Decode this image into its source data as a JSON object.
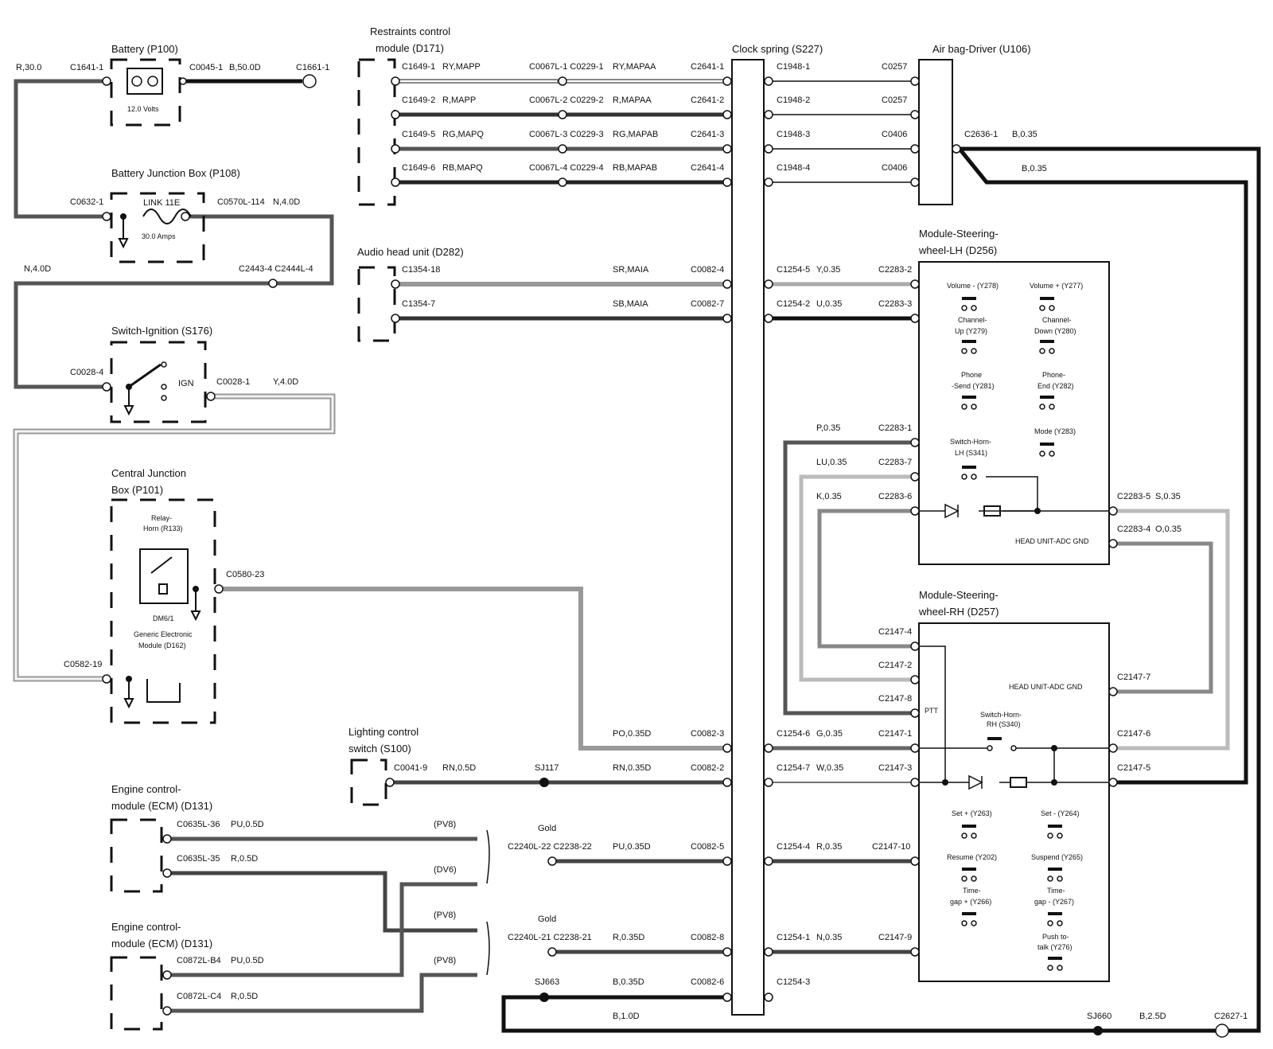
{
  "components": {
    "battery": {
      "title": "Battery (P100)",
      "note": "12.0 Volts"
    },
    "bjb": {
      "title": "Battery Junction Box (P108)",
      "fuse": "LINK 11E",
      "rating": "30.0 Amps"
    },
    "ign": {
      "title": "Switch-Ignition (S176)",
      "pos": "IGN"
    },
    "cjb": {
      "title1": "Central Junction",
      "title2": "Box (P101)",
      "relay1": "Relay-",
      "relay2": "Horn (R133)",
      "code": "DM6/1",
      "gem1": "Generic Electronic",
      "gem2": "Module (D162)"
    },
    "rcm": {
      "title1": "Restraints control",
      "title2": "module (D171)"
    },
    "audio": {
      "title": "Audio head unit (D282)"
    },
    "clock": {
      "title": "Clock spring (S227)"
    },
    "airbag": {
      "title": "Air bag-Driver (U106)"
    },
    "lcs": {
      "title1": "Lighting control",
      "title2": "switch (S100)"
    },
    "ecm1": {
      "title1": "Engine control-",
      "title2": "module (ECM) (D131)"
    },
    "ecm2": {
      "title1": "Engine control-",
      "title2": "module (ECM) (D131)"
    },
    "swlh": {
      "title1": "Module-Steering-",
      "title2": "wheel-LH (D256)",
      "gnd": "HEAD UNIT-ADC GND",
      "buttons": [
        "Volume - (Y278)",
        "Volume + (Y277)",
        "Channel-",
        "Up (Y279)",
        "Channel-",
        "Down (Y280)",
        "Phone",
        "-Send (Y281)",
        "Phone-",
        "End (Y282)",
        "Mode (Y283)",
        "Switch-Horn-",
        "LH (S341)"
      ]
    },
    "swrh": {
      "title1": "Module-Steering-",
      "title2": "wheel-RH (D257)",
      "gnd": "HEAD UNIT-ADC GND",
      "ptt": "PTT",
      "buttons": [
        "Switch-Horn-",
        "RH (S340)",
        "Set + (Y263)",
        "Set - (Y264)",
        "Resume (Y202)",
        "Suspend (Y265)",
        "Time-",
        "gap + (Y266)",
        "Time-",
        "gap - (Y267)",
        "Push to-",
        "talk (Y276)"
      ]
    }
  },
  "labels": [
    "R,30.0",
    "C1641-1",
    "C0045-1",
    "B,50.0D",
    "C1661-1",
    "C0632-1",
    "C0570L-114",
    "N,4.0D",
    "N,4.0D",
    "C2443-4 C2444L-4",
    "C0028-4",
    "C0028-1",
    "Y,4.0D",
    "C0580-23",
    "C0582-19",
    "C1649-1",
    "RY,MAPP",
    "C0067L-1 C0229-1",
    "RY,MAPAA",
    "C2641-1",
    "C1649-2",
    "R,MAPP",
    "C0067L-2 C0229-2",
    "R,MAPAA",
    "C2641-2",
    "C1649-5",
    "RG,MAPQ",
    "C0067L-3 C0229-3",
    "RG,MAPAB",
    "C2641-3",
    "C1649-6",
    "RB,MAPQ",
    "C0067L-4 C0229-4",
    "RB,MAPAB",
    "C2641-4",
    "C1948-1",
    "C0257",
    "C1948-2",
    "C0257",
    "C1948-3",
    "C0406",
    "C1948-4",
    "C0406",
    "C2636-1",
    "B,0.35",
    "B,0.35",
    "C1354-18",
    "SR,MAIA",
    "C0082-4",
    "C1254-5",
    "Y,0.35",
    "C2283-2",
    "C1354-7",
    "SB,MAIA",
    "C0082-7",
    "C1254-2",
    "U,0.35",
    "C2283-3",
    "P,0.35",
    "C2283-1",
    "LU,0.35",
    "C2283-7",
    "K,0.35",
    "C2283-6",
    "C2283-5",
    "S,0.35",
    "C2283-4",
    "O,0.35",
    "C2147-4",
    "C2147-2",
    "C2147-8",
    "C2147-7",
    "PO,0.35D",
    "C0082-3",
    "C1254-6",
    "G,0.35",
    "C2147-1",
    "C2147-6",
    "C0041-9",
    "RN,0.5D",
    "SJ117",
    "RN,0.35D",
    "C0082-2",
    "C1254-7",
    "W,0.35",
    "C2147-3",
    "C2147-5",
    "C0635L-36",
    "PU,0.5D",
    "(PV8)",
    "Gold",
    "C2240L-22 C2238-22",
    "PU,0.35D",
    "C0082-5",
    "C1254-4",
    "R,0.35",
    "C2147-10",
    "C0635L-35",
    "R,0.5D",
    "(DV6)",
    "(PV8)",
    "Gold",
    "C2240L-21 C2238-21",
    "R,0.35D",
    "C0082-8",
    "C1254-1",
    "N,0.35",
    "C2147-9",
    "C0872L-B4",
    "PU,0.5D",
    "(PV8)",
    "C0872L-C4",
    "R,0.5D",
    "SJ663",
    "B,0.35D",
    "C0082-6",
    "C1254-3",
    "B,1.0D",
    "SJ660",
    "B,2.5D",
    "C2627-1"
  ]
}
